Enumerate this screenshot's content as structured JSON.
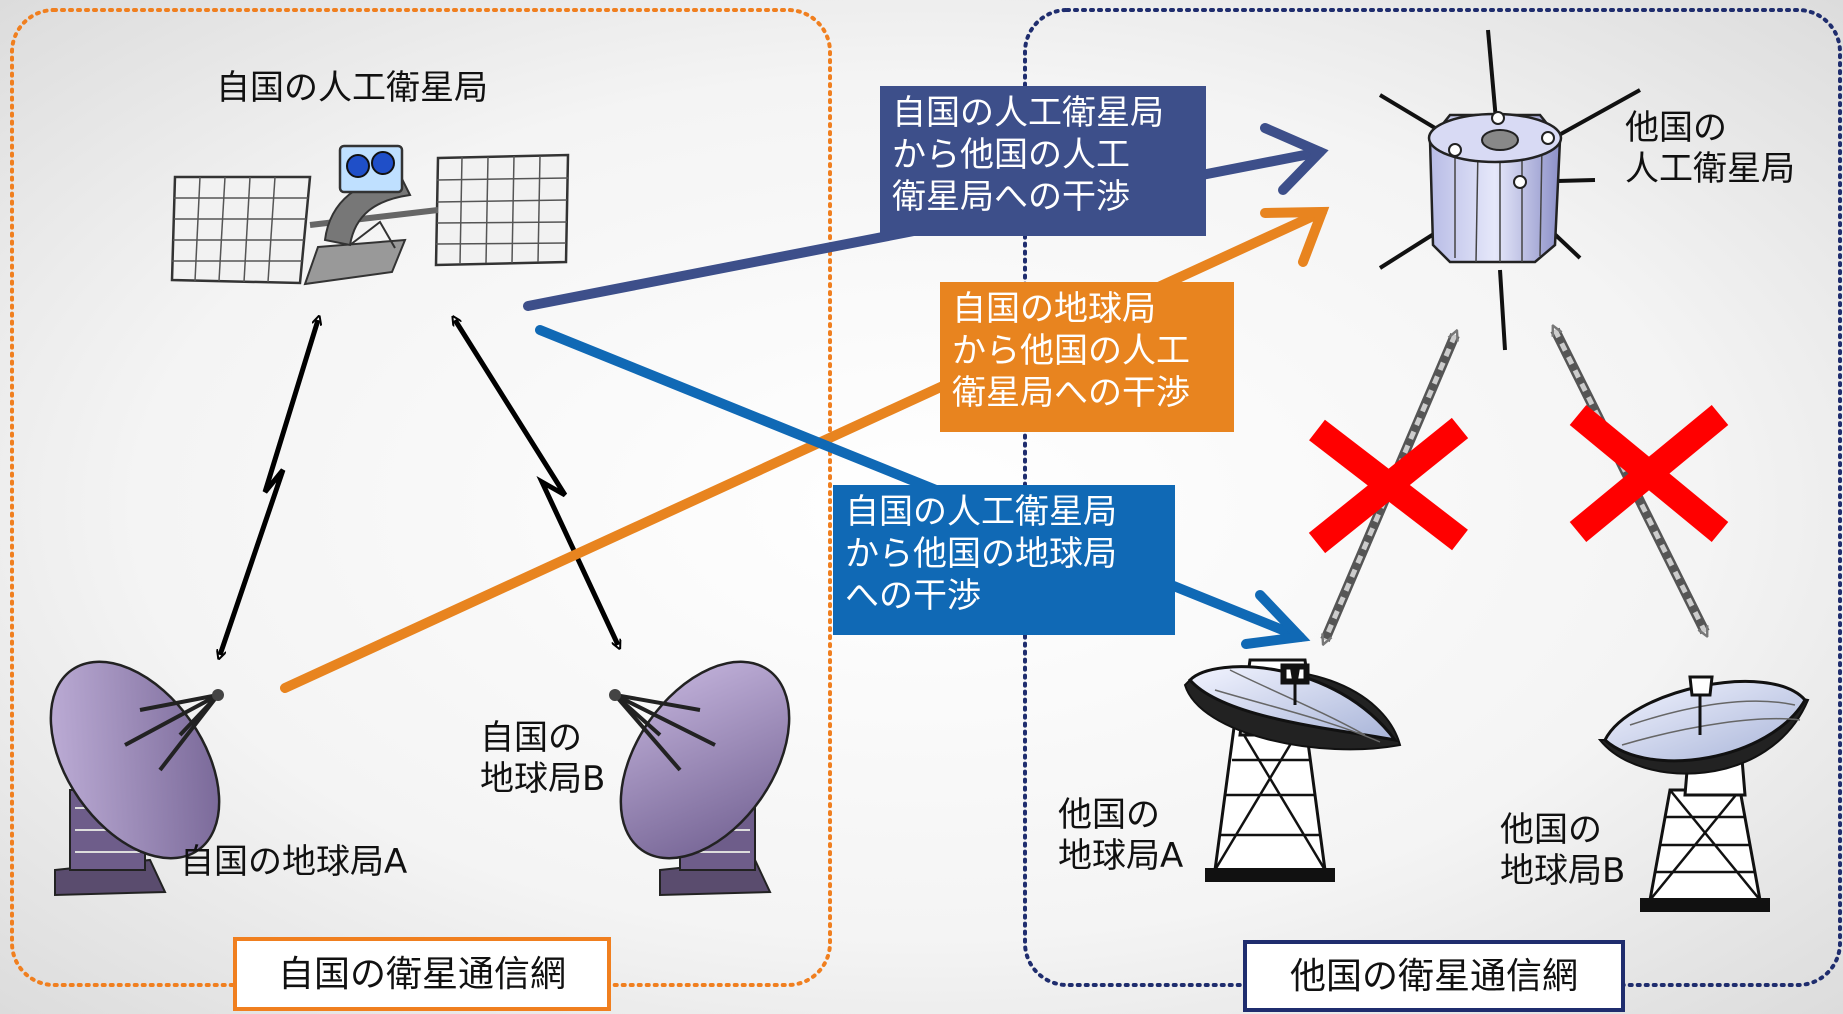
{
  "own_network": {
    "title": "自国の衛星通信網",
    "satellite_label": "自国の人工衛星局",
    "earth_station_a_label": "自国の地球局A",
    "earth_station_b_label_line1": "自国の",
    "earth_station_b_label_line2": "地球局B",
    "border_color": "#f07f1f"
  },
  "other_network": {
    "title": "他国の衛星通信網",
    "satellite_label_line1": "他国の",
    "satellite_label_line2": "人工衛星局",
    "earth_station_a_label_line1": "他国の",
    "earth_station_a_label_line2": "地球局A",
    "earth_station_b_label_line1": "他国の",
    "earth_station_b_label_line2": "地球局B",
    "border_color": "#1f2d6e"
  },
  "interference": [
    {
      "line1": "自国の人工衛星局",
      "line2": "から他国の人工",
      "line3": "衛星局への干渉",
      "color": "#3d4f8a"
    },
    {
      "line1": "自国の地球局",
      "line2": "から他国の人工",
      "line3": "衛星局への干渉",
      "color": "#e8841f"
    },
    {
      "line1": "自国の人工衛星局",
      "line2": "から他国の地球局",
      "line3": "への干渉",
      "color": "#1069b5"
    }
  ],
  "blocked_link_color": "#ff0000"
}
